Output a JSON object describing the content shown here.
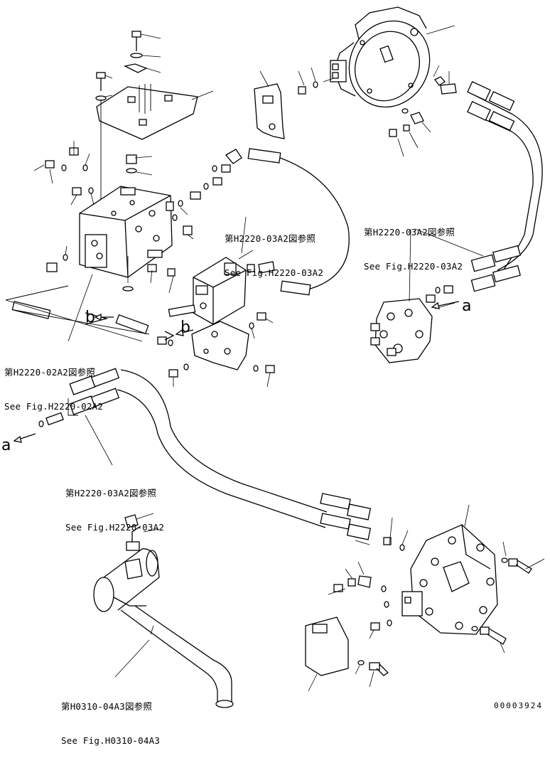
{
  "references": [
    {
      "id": "ref-upper-mid",
      "jp": "第H2220-03A2図参照",
      "en": "See Fig.H2220-03A2"
    },
    {
      "id": "ref-upper-right",
      "jp": "第H2220-03A2図参照",
      "en": "See Fig.H2220-03A2"
    },
    {
      "id": "ref-left",
      "jp": "第H2220-02A2図参照",
      "en": "See Fig.H2220-02A2"
    },
    {
      "id": "ref-lower-mid",
      "jp": "第H2220-03A2図参照",
      "en": "See Fig.H2220-03A2"
    },
    {
      "id": "ref-bottom",
      "jp": "第H0310-04A3図参照",
      "en": "See Fig.H0310-04A3"
    }
  ],
  "markers": {
    "a_right": "a",
    "a_left": "a",
    "b_left": "b",
    "b_center": "b"
  },
  "document_number": "00003924",
  "icons": [
    "hydraulic-valve-block",
    "swing-motor-flange",
    "hose-assembly",
    "bolt",
    "o-ring",
    "elbow-fitting",
    "pipe-assembly"
  ]
}
